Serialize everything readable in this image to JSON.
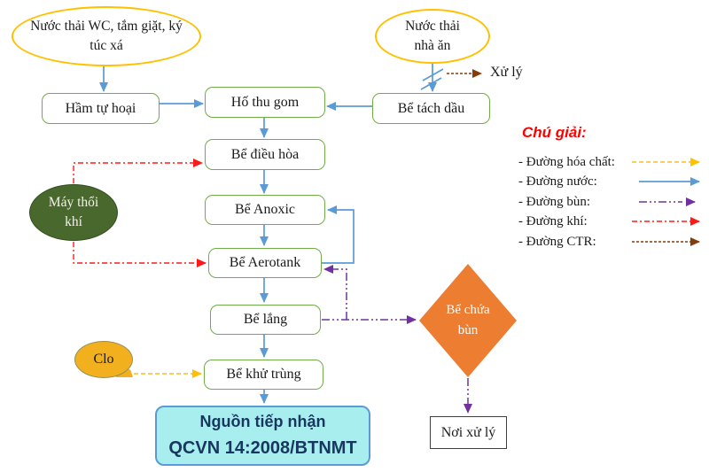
{
  "colors": {
    "water": "#5b9bd5",
    "chemical": "#ffc000",
    "sludge": "#7030a0",
    "air": "#ff1a1a",
    "ctr": "#843c0c",
    "box_border": "#70ad47",
    "source_ellipse_border": "#ffc000",
    "blower_fill": "#49682d",
    "diamond_fill": "#ed7d31",
    "receiver_fill": "#a8eeee",
    "receiver_border": "#5b9bd5",
    "legend_title_color": "#ff0000"
  },
  "nodes": {
    "wastewater_wc": "Nước thải WC, tắm giặt, ký túc xá",
    "wastewater_kitchen": "Nước thải nhà ăn",
    "septic_tank": "Hầm tự hoại",
    "collection_pit": "Hố thu gom",
    "grease_trap": "Bể tách dầu",
    "equalization_tank": "Bể điều hòa",
    "air_blower": "Máy thổi khí",
    "anoxic_tank": "Bể Anoxic",
    "aerotank": "Bể Aerotank",
    "settling_tank": "Bể lắng",
    "chlorine": "Clo",
    "disinfection_tank": "Bể khử trùng",
    "sludge_tank": "Bể chứa bùn",
    "receiving_source_line1": "Nguồn tiếp nhận",
    "receiving_source_line2": "QCVN 14:2008/BTNMT",
    "disposal_site": "Nơi xử lý",
    "treatment_label": "Xử lý"
  },
  "legend": {
    "title": "Chú giải:",
    "items": [
      {
        "label": "- Đường hóa chất:",
        "color": "#ffc000",
        "style": "dashed"
      },
      {
        "label": "- Đường nước:",
        "color": "#5b9bd5",
        "style": "solid"
      },
      {
        "label": "- Đường bùn:",
        "color": "#7030a0",
        "style": "dash-dot-dot"
      },
      {
        "label": "- Đường khí:",
        "color": "#ff1a1a",
        "style": "dash-dot"
      },
      {
        "label": "- Đường CTR:",
        "color": "#843c0c",
        "style": "fine-dash"
      }
    ]
  }
}
